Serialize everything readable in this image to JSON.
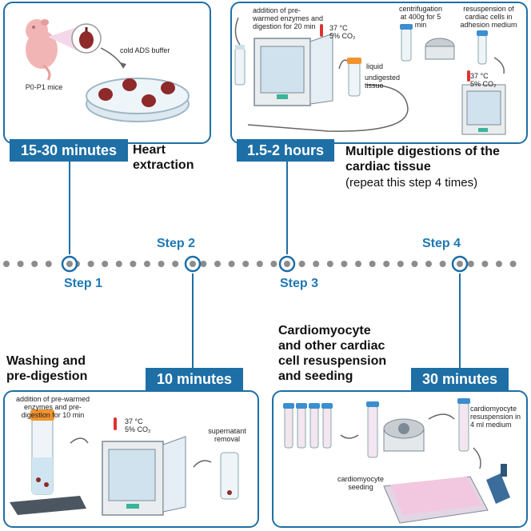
{
  "panels": {
    "heart": {
      "time": "15-30 minutes",
      "title": "Heart extraction",
      "mice_label": "P0-P1 mice",
      "buffer_label": "cold ADS buffer"
    },
    "digest": {
      "time": "1.5-2 hours",
      "title": "Multiple digestions of the cardiac tissue",
      "subtitle": "(repeat this step 4 times)",
      "enzymes_label": "addition of pre-warmed enzymes and digestion for 20 min",
      "incubator_label_1": "37 °C",
      "incubator_label_2": "5% CO₂",
      "liquid_label": "liquid",
      "undigested_label": "undigested tissue",
      "centrifuge_label": "centrifugation at 400g for 5 min",
      "resuspension_label": "resuspension of cardiac cells in adhesion medium",
      "incubator2_label_1": "37 °C",
      "incubator2_label_2": "5% CO₂"
    },
    "wash": {
      "time": "10 minutes",
      "title": "Washing and pre-digestion",
      "enzymes_label": "addition of pre-warmed enzymes and pre-digestion for 10 min",
      "incubator_label_1": "37 °C",
      "incubator_label_2": "5% CO₂",
      "supernatant_label": "supernatant removal"
    },
    "seed": {
      "time": "30 minutes",
      "title": "Cardiomyocyte and other cardiac cell resuspension and seeding",
      "resuspension_label": "cardiomyocyte resuspension in 4 ml medium",
      "seeding_label": "cardiomyocyte seeding"
    }
  },
  "steps": [
    "Step 1",
    "Step 2",
    "Step 3",
    "Step 4"
  ],
  "colors": {
    "accent": "#1d6fa6",
    "step_text": "#1d78b4",
    "dot": "#8c8c8c"
  }
}
